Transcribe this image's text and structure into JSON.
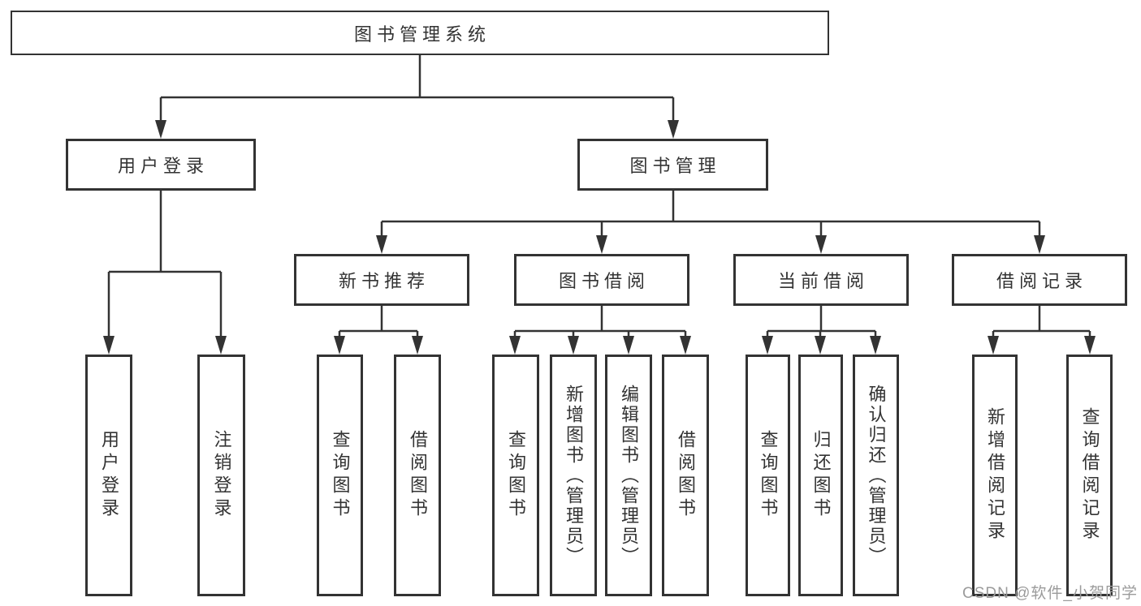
{
  "tree": {
    "root": "图书管理系统",
    "branches": [
      {
        "label": "用户登录",
        "children": [
          {
            "label": "用户登录"
          },
          {
            "label": "注销登录"
          }
        ]
      },
      {
        "label": "图书管理",
        "children": [
          {
            "label": "新书推荐",
            "children": [
              {
                "label": "查询图书"
              },
              {
                "label": "借阅图书"
              }
            ]
          },
          {
            "label": "图书借阅",
            "children": [
              {
                "label": "查询图书"
              },
              {
                "label": "新增图书（管理员）"
              },
              {
                "label": "编辑图书（管理员）"
              },
              {
                "label": "借阅图书"
              }
            ]
          },
          {
            "label": "当前借阅",
            "children": [
              {
                "label": "查询图书"
              },
              {
                "label": "归还图书"
              },
              {
                "label": "确认归还（管理员）"
              }
            ]
          },
          {
            "label": "借阅记录",
            "children": [
              {
                "label": "新增借阅记录"
              },
              {
                "label": "查询借阅记录"
              }
            ]
          }
        ]
      }
    ]
  },
  "watermark": {
    "text": "CSDN @软件_小贺同学"
  },
  "colors": {
    "line": "#333333",
    "box_border": "#333333",
    "box_fill": "#ffffff",
    "text": "#333333",
    "watermark": "#9b9b9b",
    "background": "#ffffff"
  }
}
